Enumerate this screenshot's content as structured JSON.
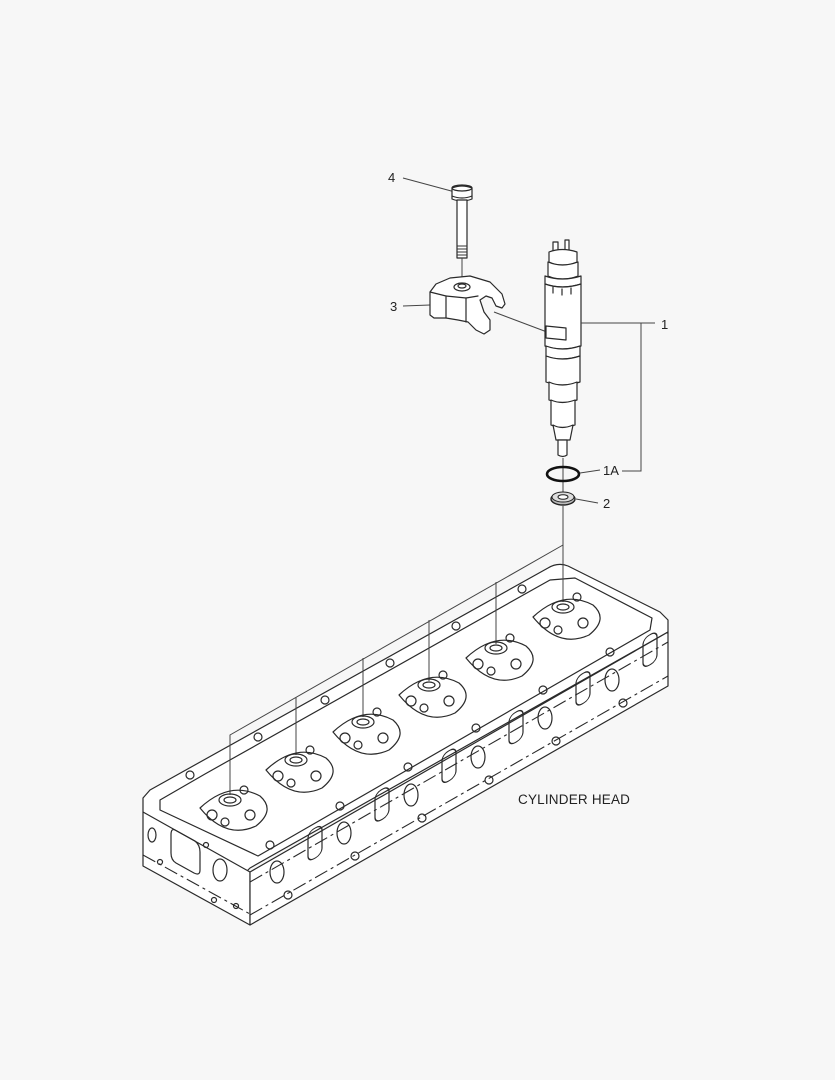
{
  "diagram": {
    "type": "exploded parts diagram",
    "background": "#f7f7f7",
    "line_color": "#2a2a2a",
    "caption": "CYLINDER HEAD",
    "callouts": [
      {
        "id": "4",
        "label": "4",
        "part": "bolt"
      },
      {
        "id": "3",
        "label": "3",
        "part": "injector clamp bracket"
      },
      {
        "id": "1",
        "label": "1",
        "part": "fuel injector"
      },
      {
        "id": "1A",
        "label": "1A",
        "part": "o-ring"
      },
      {
        "id": "2",
        "label": "2",
        "part": "sealing washer"
      }
    ]
  }
}
